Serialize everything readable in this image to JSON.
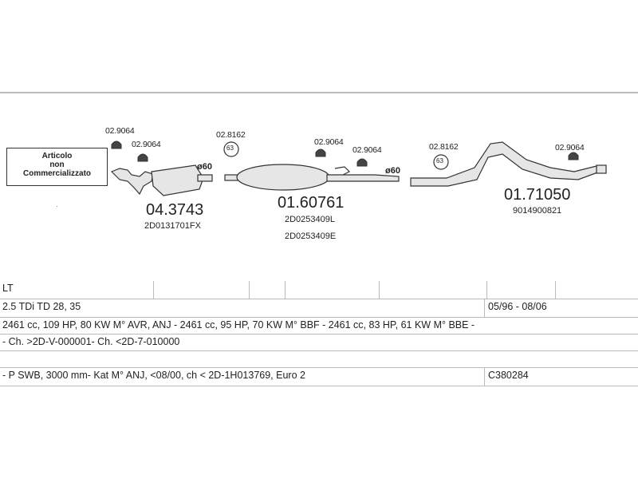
{
  "diagram": {
    "not_sold_box": [
      "Articolo",
      "non",
      "Commercializzato"
    ],
    "clamps": {
      "c1": "02.9064",
      "c2": "02.9064",
      "c3": "02.8162",
      "c4": "02.9064",
      "c5": "02.9064",
      "c6": "02.8162",
      "c7": "02.9064"
    },
    "diameters": {
      "d1": "ø60",
      "d2": "ø60"
    },
    "clamp_marks": {
      "m1": "63",
      "m2": "63"
    },
    "parts": [
      {
        "number": "04.3743",
        "refs": [
          "2D0131701FX"
        ]
      },
      {
        "number": "01.60761",
        "refs": [
          "2D0253409L",
          "2D0253409E"
        ]
      },
      {
        "number": "01.71050",
        "refs": [
          "9014900821"
        ]
      }
    ]
  },
  "table": {
    "row1": {
      "c1": "LT"
    },
    "row2": {
      "c1": "2.5 TDi TD 28, 35",
      "c2": "05/96 - 08/06"
    },
    "row3": {
      "c1": "2461 cc, 109 HP, 80 KW M° AVR, ANJ - 2461 cc, 95 HP, 70 KW M° BBF - 2461 cc, 83 HP, 61 KW M° BBE -"
    },
    "row4": {
      "c1": "- Ch. >2D-V-000001- Ch. <2D-7-010000"
    },
    "row6": {
      "c1": "- P SWB, 3000 mm- Kat M° ANJ, <08/00, ch < 2D-1H013769, Euro 2",
      "c2": "C380284"
    }
  }
}
